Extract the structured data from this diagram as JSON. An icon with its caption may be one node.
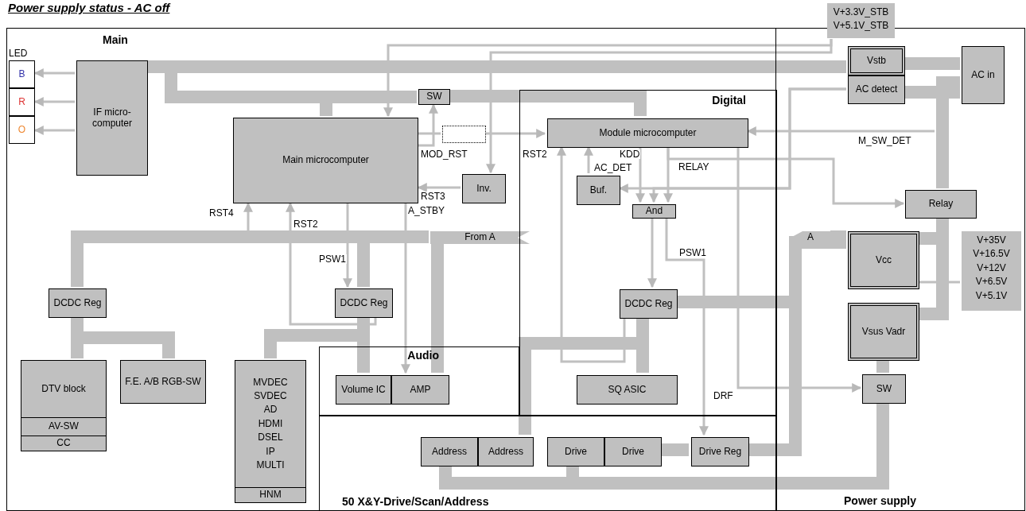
{
  "diagram": {
    "title": "Power supply status - AC off",
    "nodes": [
      {
        "text": [
          "Main"
        ]
      },
      {
        "text": [
          "B"
        ],
        "in": 0
      },
      {
        "text": [
          "R"
        ],
        "in": 0
      },
      {
        "text": [
          "O"
        ],
        "in": 0
      },
      {
        "text": [
          "IF micro-computer"
        ],
        "in": 0
      },
      {
        "text": [
          "SW"
        ],
        "in": 0
      },
      {
        "text": [
          "Main microcomputer"
        ],
        "in": 0
      },
      {
        "text": [],
        "shape": "box",
        "in": 0
      },
      {
        "text": [
          "Inv."
        ],
        "in": 0
      },
      {
        "text": [
          "From A"
        ],
        "in": 0
      },
      {
        "text": [
          "DCDC Reg"
        ],
        "in": 0
      },
      {
        "text": [
          "DCDC Reg"
        ],
        "in": 0
      },
      {
        "text": [
          "DTV block",
          "AV-SW",
          "CC"
        ],
        "in": 0
      },
      {
        "text": [
          "F.E. A/B RGB-SW"
        ],
        "in": 0
      },
      {
        "text": [
          "MVDEC SVDEC AD HDMI DSEL IP MULTI",
          "HNM"
        ],
        "in": 0
      },
      {
        "text": [
          "Digital"
        ],
        "in": 0
      },
      {
        "text": [
          "Module microcomputer"
        ],
        "in": 15
      },
      {
        "text": [
          "Buf."
        ],
        "in": 15
      },
      {
        "text": [
          "And"
        ],
        "in": 15
      },
      {
        "text": [
          "DCDC Reg"
        ],
        "in": 15
      },
      {
        "text": [
          "SQ ASIC"
        ],
        "in": 15
      },
      {
        "text": [
          "Audio"
        ],
        "in": 0
      },
      {
        "text": [
          "Volume IC"
        ],
        "in": 21
      },
      {
        "text": [
          "AMP"
        ],
        "in": 21
      },
      {
        "text": [
          "50 X&Y-Drive/Scan/Address"
        ],
        "in": 0
      },
      {
        "text": [
          "Address"
        ],
        "in": 24
      },
      {
        "text": [
          "Address"
        ],
        "in": 24
      },
      {
        "text": [
          "Drive"
        ],
        "in": 24
      },
      {
        "text": [
          "Drive"
        ],
        "in": 24
      },
      {
        "text": [
          "Drive Reg"
        ],
        "in": 24
      },
      {
        "text": [
          "Power supply"
        ]
      },
      {
        "text": [
          "V+3.3V_STB V+5.1V_STB"
        ]
      },
      {
        "text": [
          "Vstb"
        ],
        "in": 30
      },
      {
        "text": [
          "AC in"
        ],
        "in": 30
      },
      {
        "text": [
          "AC detect"
        ],
        "in": 30
      },
      {
        "text": [
          "Relay"
        ],
        "in": 30
      },
      {
        "text": [
          "A"
        ],
        "in": 30
      },
      {
        "text": [
          "Vcc"
        ],
        "in": 30
      },
      {
        "text": [
          "V+35V V+16.5V V+12V V+6.5V V+5.1V"
        ],
        "in": 30
      },
      {
        "text": [
          "Vsus Vadr"
        ],
        "in": 30
      },
      {
        "text": [
          "SW"
        ],
        "in": 30
      }
    ],
    "edges": [
      {
        "from": 4,
        "to": 1,
        "arrow": "to"
      },
      {
        "from": 4,
        "to": 2,
        "arrow": "to"
      },
      {
        "from": 4,
        "to": 3,
        "arrow": "to"
      },
      {
        "from": 32,
        "to": 4,
        "arrow": "none",
        "style": "thick"
      },
      {
        "from": 32,
        "to": 6,
        "arrow": "none",
        "style": "thick"
      },
      {
        "from": 32,
        "to": 5,
        "arrow": "none",
        "style": "thick"
      },
      {
        "from": 5,
        "to": 16,
        "arrow": "none",
        "style": "thick"
      },
      {
        "from": 33,
        "to": 32,
        "arrow": "none",
        "style": "thick"
      },
      {
        "from": 33,
        "to": 34,
        "arrow": "none",
        "style": "thick"
      },
      {
        "from": 33,
        "to": 35,
        "arrow": "none",
        "style": "thick"
      },
      {
        "from": 35,
        "to": 37,
        "arrow": "none",
        "style": "thick"
      },
      {
        "from": 35,
        "to": 39,
        "arrow": "none",
        "style": "thick"
      },
      {
        "from": 34,
        "to": 17,
        "arrow": "to"
      },
      {
        "from": 31,
        "to": 6,
        "arrow": "to"
      },
      {
        "from": 31,
        "to": 8,
        "arrow": "to"
      },
      {
        "from": null,
        "to": 16,
        "arrow": "to",
        "label": "M_SW_DET"
      },
      {
        "from": 6,
        "to": 5,
        "arrow": "to",
        "label": "MOD_RST"
      },
      {
        "from": 6,
        "to": 7,
        "arrow": "none"
      },
      {
        "from": 7,
        "to": 16,
        "arrow": "to"
      },
      {
        "from": 8,
        "to": 6,
        "arrow": "to",
        "label": "RST3"
      },
      {
        "from": 6,
        "to": 23,
        "arrow": "to",
        "label": "A_STBY"
      },
      {
        "from": 6,
        "to": 11,
        "arrow": "to",
        "label": "PSW1"
      },
      {
        "from": 9,
        "to": 6,
        "arrow": "to",
        "label": "RST4"
      },
      {
        "from": 11,
        "to": 6,
        "arrow": "to",
        "label": "RST2"
      },
      {
        "from": 9,
        "to": 10,
        "arrow": "none",
        "style": "thick"
      },
      {
        "from": 9,
        "to": 11,
        "arrow": "none",
        "style": "thick"
      },
      {
        "from": 9,
        "to": 23,
        "arrow": "none",
        "style": "thick"
      },
      {
        "from": 11,
        "to": 22,
        "arrow": "none",
        "style": "thick"
      },
      {
        "from": 11,
        "to": 14,
        "arrow": "none",
        "style": "thick"
      },
      {
        "from": 10,
        "to": 12,
        "arrow": "none",
        "style": "thick"
      },
      {
        "from": 10,
        "to": 13,
        "arrow": "none",
        "style": "thick"
      },
      {
        "from": 16,
        "to": 18,
        "arrow": "to",
        "label": "KDD"
      },
      {
        "from": 16,
        "to": 18,
        "arrow": "to"
      },
      {
        "from": 16,
        "to": 35,
        "arrow": "to",
        "label": "RELAY"
      },
      {
        "from": 17,
        "to": 16,
        "arrow": "to",
        "label": "AC_DET"
      },
      {
        "from": 18,
        "to": 19,
        "arrow": "to"
      },
      {
        "from": 18,
        "to": 29,
        "arrow": "to",
        "label": "PSW1"
      },
      {
        "from": 19,
        "to": 16,
        "arrow": "to",
        "label": "RST2"
      },
      {
        "from": 19,
        "to": 20,
        "arrow": "none",
        "style": "thick"
      },
      {
        "from": 19,
        "to": 26,
        "arrow": "none",
        "style": "thick"
      },
      {
        "from": 37,
        "to": 19,
        "arrow": "none",
        "style": "thick"
      },
      {
        "from": 37,
        "to": 29,
        "arrow": "none",
        "style": "thick"
      },
      {
        "from": 37,
        "to": 36,
        "arrow": "none",
        "style": "thick"
      },
      {
        "from": 29,
        "to": 28,
        "arrow": "none",
        "style": "thick"
      },
      {
        "from": 27,
        "to": 40,
        "arrow": "none",
        "style": "thick"
      },
      {
        "from": 25,
        "to": 40,
        "arrow": "none",
        "style": "thick"
      },
      {
        "from": 40,
        "to": 39,
        "arrow": "none",
        "style": "thick"
      },
      {
        "from": 16,
        "to": 40,
        "arrow": "to",
        "label": "DRF"
      },
      {
        "from": 38,
        "to": 37,
        "arrow": "none"
      },
      {
        "from": 34,
        "to": 18,
        "arrow": "to"
      }
    ],
    "labels": [
      "LED"
    ]
  }
}
